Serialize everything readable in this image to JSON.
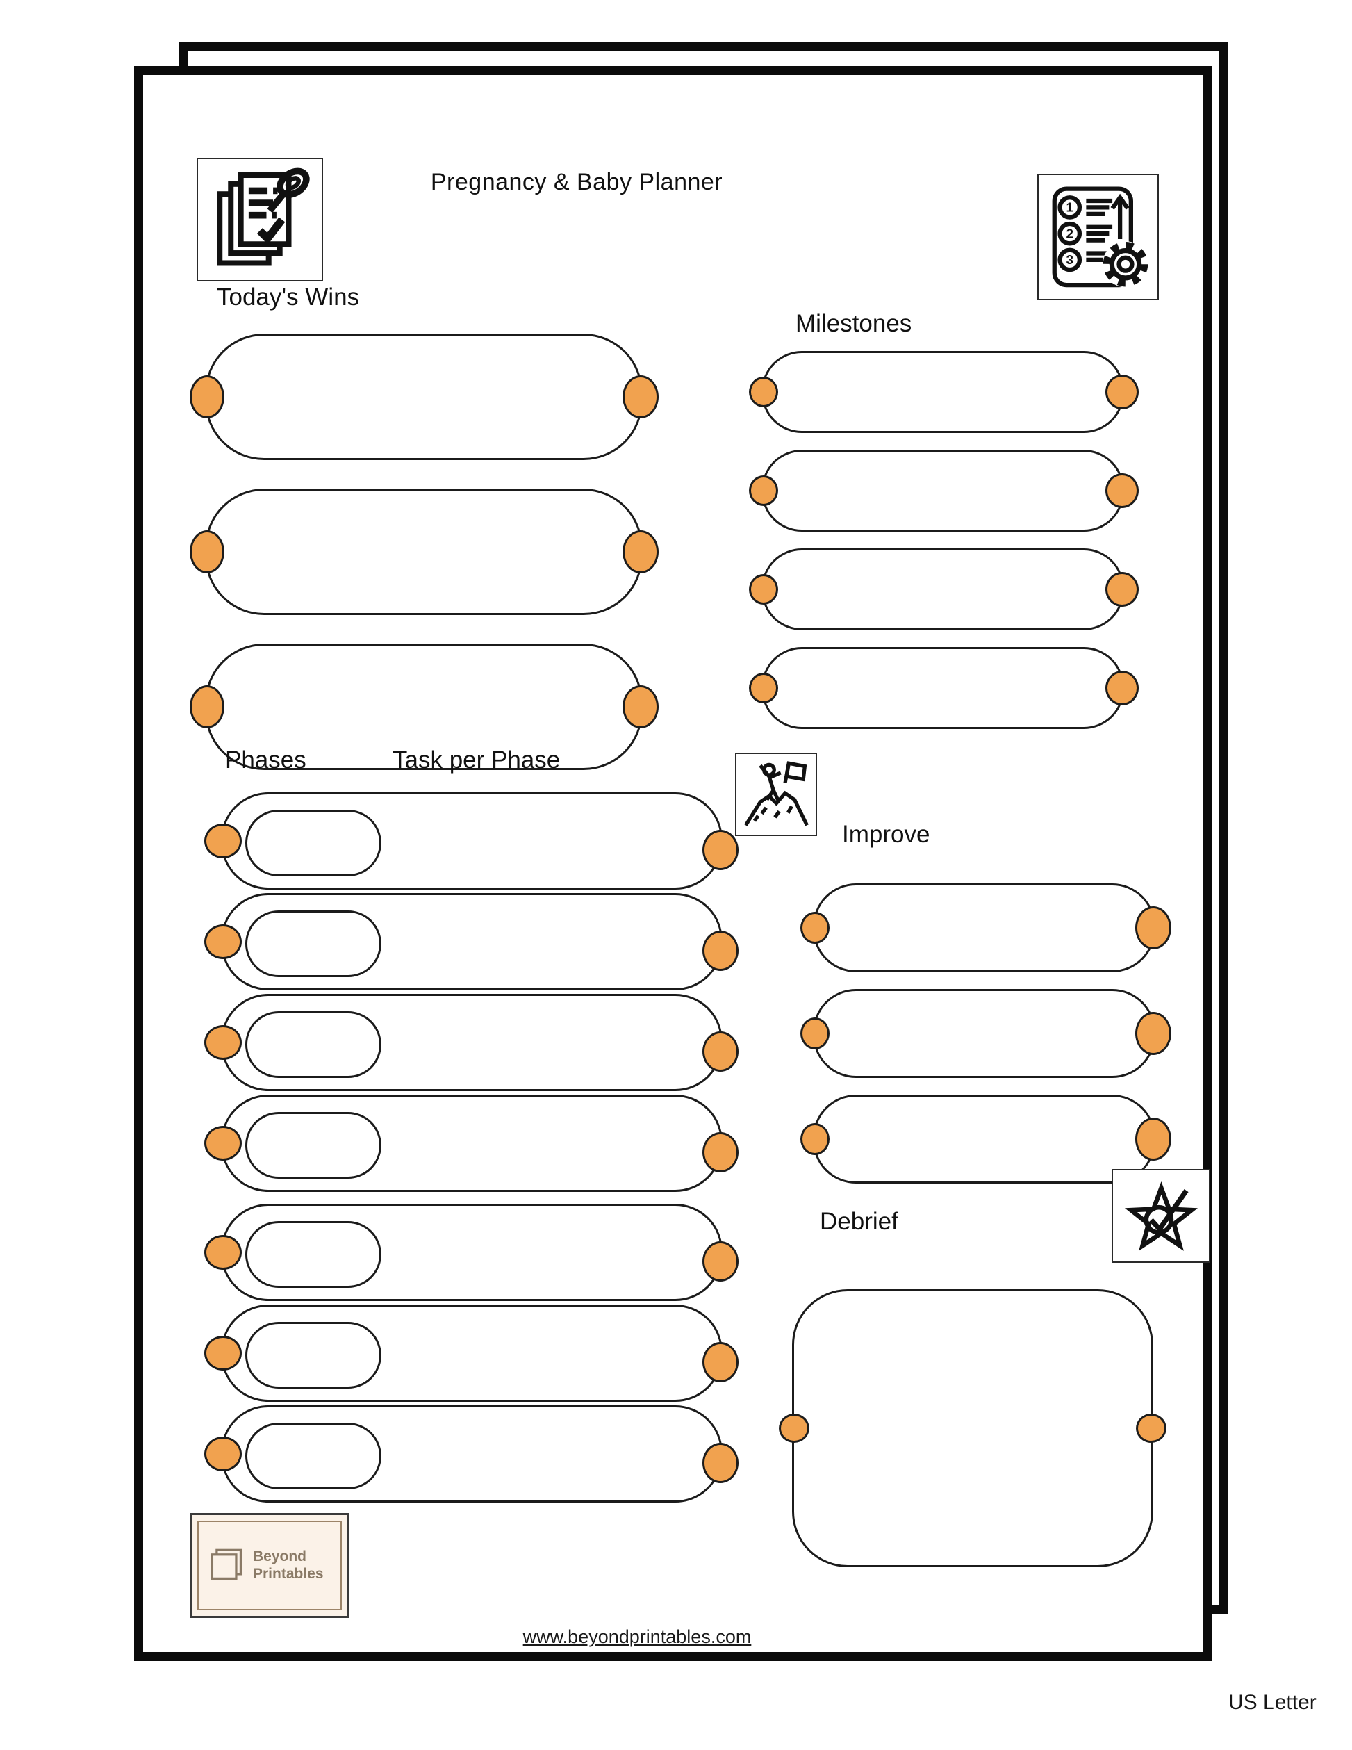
{
  "page": {
    "title": "Pregnancy & Baby Planner",
    "footer_url": "www.beyondprintables.com",
    "size_label": "US Letter"
  },
  "colors": {
    "accent_orange": "#F1A24F",
    "line_ink": "#1b1b1b",
    "logo_brown": "#8A7A66",
    "logo_background": "#FBF2E8"
  },
  "sections": {
    "todays_wins": {
      "label": "Today's Wins",
      "slots": 3
    },
    "milestones": {
      "label": "Milestones",
      "slots": 4
    },
    "phases": {
      "label": "Phases",
      "tasks_label": "Task per Phase",
      "slots": 7
    },
    "improve": {
      "label": "Improve",
      "slots": 3
    },
    "debrief": {
      "label": "Debrief"
    }
  },
  "logo": {
    "name_line1": "Beyond",
    "name_line2": "Printables"
  },
  "icons": {
    "top_left": "pinned-notes-checklist",
    "top_right": "numbered-steps-gear",
    "phases": "mountain-climber-flag",
    "debrief": "star-check",
    "logo": "stacked-pages"
  }
}
